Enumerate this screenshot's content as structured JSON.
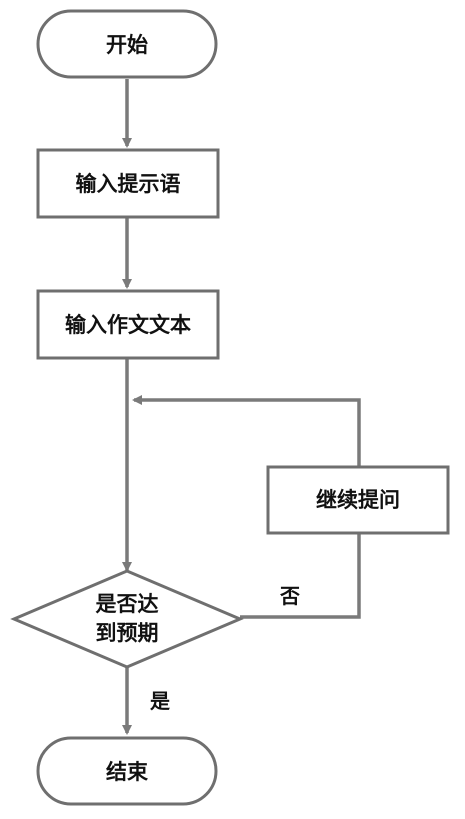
{
  "diagram": {
    "nodes": {
      "start": {
        "label": "开始"
      },
      "input_prompt": {
        "label": "输入提示语"
      },
      "input_essay": {
        "label": "输入作文文本"
      },
      "continue_ask": {
        "label": "继续提问"
      },
      "decision": {
        "line1": "是否达",
        "line2": "到预期"
      },
      "end": {
        "label": "结束"
      }
    },
    "edges": {
      "no": {
        "label": "否"
      },
      "yes": {
        "label": "是"
      }
    },
    "colors": {
      "stroke": "#6f6f6f",
      "arrow": "#7a7a7a",
      "text": "#111111",
      "background": "#ffffff"
    }
  }
}
